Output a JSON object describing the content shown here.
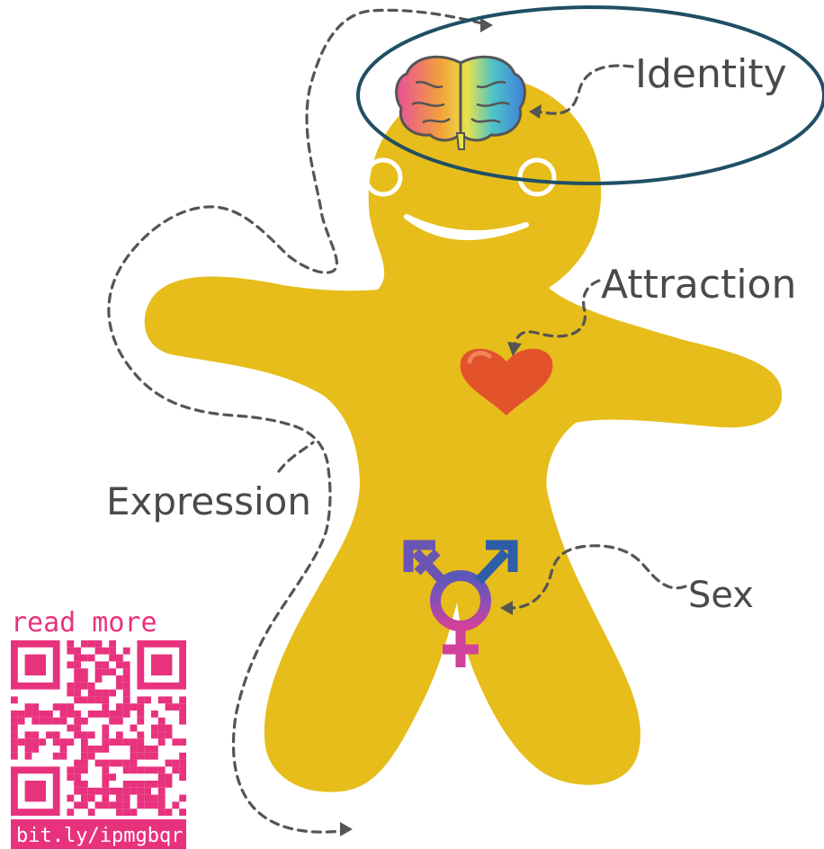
{
  "labels": {
    "identity": "Identity",
    "attraction": "Attraction",
    "expression": "Expression",
    "sex": "Sex"
  },
  "qr": {
    "top_text": "read more",
    "bottom_text": "bit.ly/ipmgbqr"
  },
  "colors": {
    "body": "#E6BD1A",
    "dashed_line": "#555555",
    "highlight_ellipse": "#1F4F64",
    "heart": "#E2532C",
    "heart_highlight": "#F2835C",
    "qr_magenta": "#E8327E",
    "symbol_blue": "#2E5EA8",
    "symbol_purple": "#8A4FB8",
    "symbol_pink": "#D0429A"
  },
  "icons": {
    "brain": "brain-icon",
    "heart": "heart-icon",
    "gender_symbol": "transgender-symbol-icon",
    "qr_code": "qr-code-icon"
  }
}
